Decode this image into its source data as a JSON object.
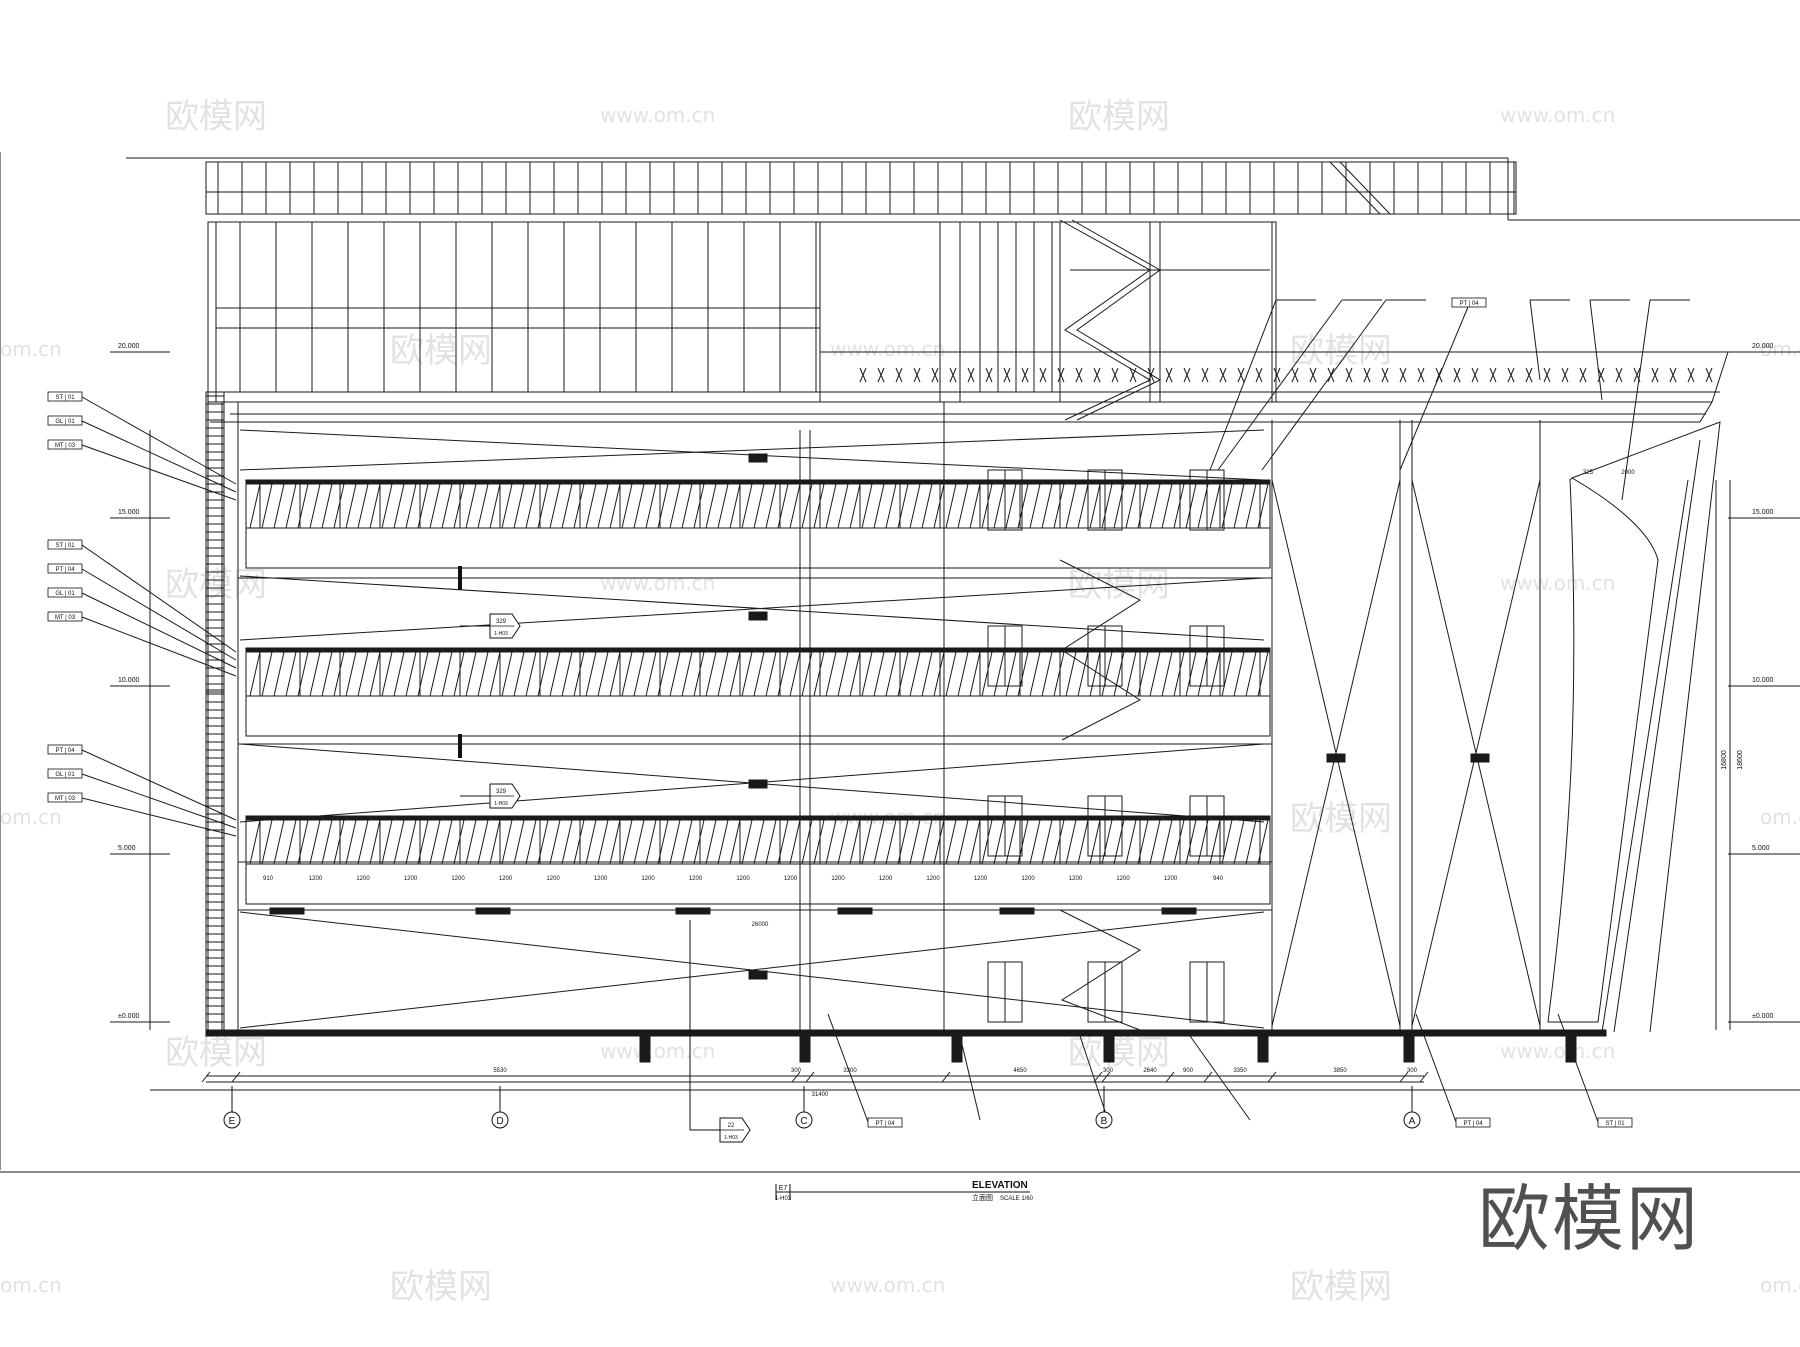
{
  "drawing": {
    "title": "ELEVATION",
    "subtitle": "立面图",
    "scale_text": "SCALE 1/60",
    "ref_label": "E7",
    "ref_sheet": "1-H03"
  },
  "levels": {
    "left": [
      "20.000",
      "15.000",
      "10.000",
      "5.000",
      "±0.000"
    ],
    "right": [
      "20.000",
      "15.000",
      "10.000",
      "5.000",
      "±0.000"
    ]
  },
  "grid_axes": [
    "E",
    "D",
    "C",
    "B",
    "A"
  ],
  "materials": {
    "group1": [
      "ST | 01",
      "GL | 01",
      "MT | 03"
    ],
    "group2": [
      "ST | 01",
      "PT | 04",
      "GL | 01",
      "MT | 03"
    ],
    "group3": [
      "PT | 04",
      "GL | 01",
      "MT | 03"
    ],
    "bottom": [
      "PT | 04",
      "PT | 04",
      "ST | 01"
    ],
    "top": [
      "PT | 04"
    ]
  },
  "dimensions": {
    "bottom_row": [
      "5530",
      "300",
      "3300",
      "4650",
      "300",
      "2640",
      "900",
      "3350",
      "3850",
      "300"
    ],
    "total": "31400",
    "panel_row": [
      "910",
      "1200",
      "1200",
      "1200",
      "1200",
      "1200",
      "1200",
      "1200",
      "1200",
      "1200",
      "1200",
      "1200",
      "1200",
      "1200",
      "1200",
      "1200",
      "1200",
      "1200",
      "1200",
      "1200",
      "940"
    ],
    "panel_total": "26000",
    "right_total": "18600",
    "right_sub": "16800",
    "top_right": [
      "325",
      "2000"
    ]
  },
  "section_tags": [
    {
      "num": "329",
      "sheet": "1-H03"
    },
    {
      "num": "329",
      "sheet": "1-H03"
    },
    {
      "num": "22",
      "sheet": "1-H03"
    }
  ],
  "watermark": {
    "brand": "欧模网",
    "site": "www.om.cn",
    "site_short": "om.cn"
  }
}
